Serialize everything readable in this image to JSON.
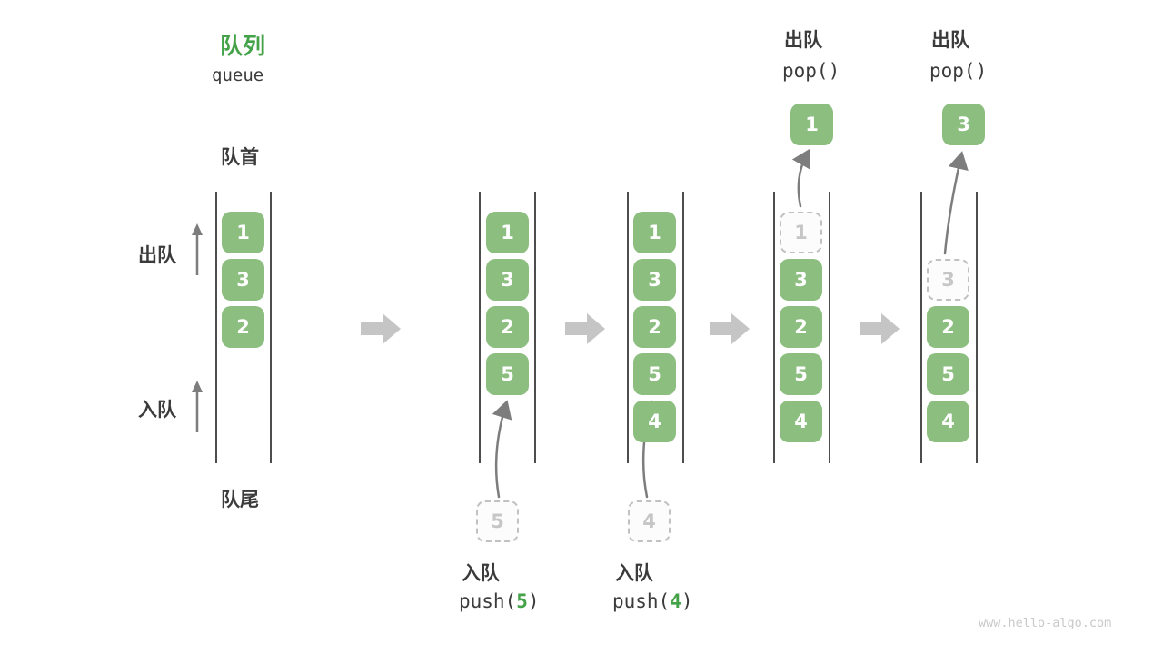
{
  "title": {
    "zh": "队列",
    "en": "queue"
  },
  "labels": {
    "front": "队首",
    "rear": "队尾",
    "dequeue": "出队",
    "enqueue": "入队"
  },
  "states": [
    {
      "name": "initial",
      "blocks": [
        "1",
        "3",
        "2"
      ]
    },
    {
      "name": "after-push-5",
      "blocks": [
        "1",
        "3",
        "2",
        "5"
      ],
      "staged": "5"
    },
    {
      "name": "after-push-4",
      "blocks": [
        "1",
        "3",
        "2",
        "5",
        "4"
      ],
      "staged": "4"
    },
    {
      "name": "after-pop-1",
      "dashed": "1",
      "blocks": [
        "3",
        "2",
        "5",
        "4"
      ],
      "popped": "1"
    },
    {
      "name": "after-pop-3",
      "dashed": "3",
      "blocks": [
        "2",
        "5",
        "4"
      ],
      "popped": "3"
    }
  ],
  "operations": {
    "push5": {
      "label": "入队",
      "code_pre": "push(",
      "arg": "5",
      "code_post": ")"
    },
    "push4": {
      "label": "入队",
      "code_pre": "push(",
      "arg": "4",
      "code_post": ")"
    },
    "pop1": {
      "label": "出队",
      "code": "pop()"
    },
    "pop2": {
      "label": "出队",
      "code": "pop()"
    }
  },
  "watermark": "www.hello-algo.com",
  "colors": {
    "block_green": "#8cbe80",
    "accent_green": "#44a248",
    "text_dark": "#3b3b3b",
    "thin_arrow_gray": "#7d7d7d",
    "transition_arrow_gray": "#c5c5c5",
    "dashed_border_gray": "#c1c1c1",
    "dashed_text_gray": "#c6c6c6",
    "container_line": "#4d4d4d",
    "watermark_gray": "#c9c9c9"
  }
}
